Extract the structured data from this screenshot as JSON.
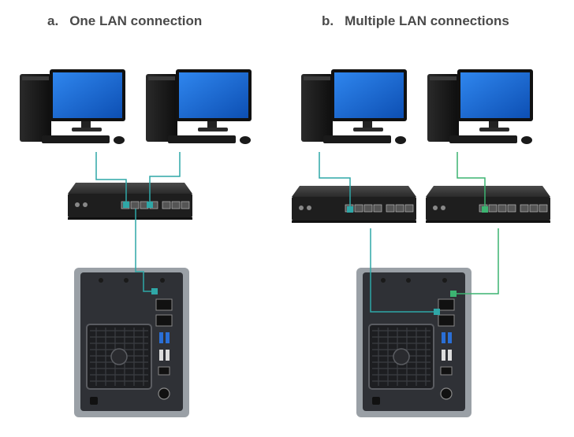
{
  "panels": [
    {
      "letter": "a.",
      "title": "One LAN connection"
    },
    {
      "letter": "b.",
      "title": "Multiple LAN connections"
    }
  ],
  "colors": {
    "cable_primary": "#2fa7a7",
    "cable_secondary": "#3cb371",
    "monitor_screen": "#1769d6",
    "device_dark": "#1c1c1c",
    "nas_body": "#2f3136",
    "nas_frame": "#9aa0a6",
    "usb_port": "#2a6fd6"
  },
  "icons": [
    "desktop-computer-icon",
    "network-switch-icon",
    "nas-device-icon",
    "ethernet-port-icon"
  ]
}
